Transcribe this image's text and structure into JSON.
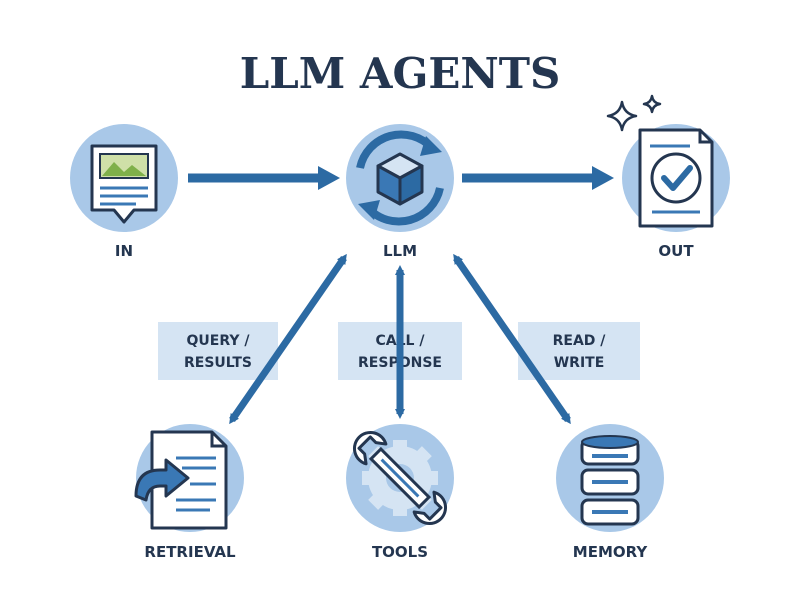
{
  "title": "LLM AGENTS",
  "nodes": {
    "in": {
      "label": "IN",
      "icon": "image-document-icon"
    },
    "llm": {
      "label": "LLM",
      "icon": "cube-cycle-icon"
    },
    "out": {
      "label": "OUT",
      "icon": "approved-document-icon"
    },
    "retrieval": {
      "label": "RETRIEVAL",
      "icon": "document-retrieval-icon"
    },
    "tools": {
      "label": "TOOLS",
      "icon": "wrench-gear-icon"
    },
    "memory": {
      "label": "MEMORY",
      "icon": "database-icon"
    }
  },
  "edges": {
    "query": {
      "line1": "QUERY /",
      "line2": "RESULTS"
    },
    "call": {
      "line1": "CALL /",
      "line2": "RESPONSE"
    },
    "read": {
      "line1": "READ /",
      "line2": "WRITE"
    }
  },
  "colors": {
    "navy": "#243650",
    "blue": "#2c6aa3",
    "circle": "#a9c8e8",
    "light": "#d5e4f3",
    "accent": "#3a78b5"
  }
}
